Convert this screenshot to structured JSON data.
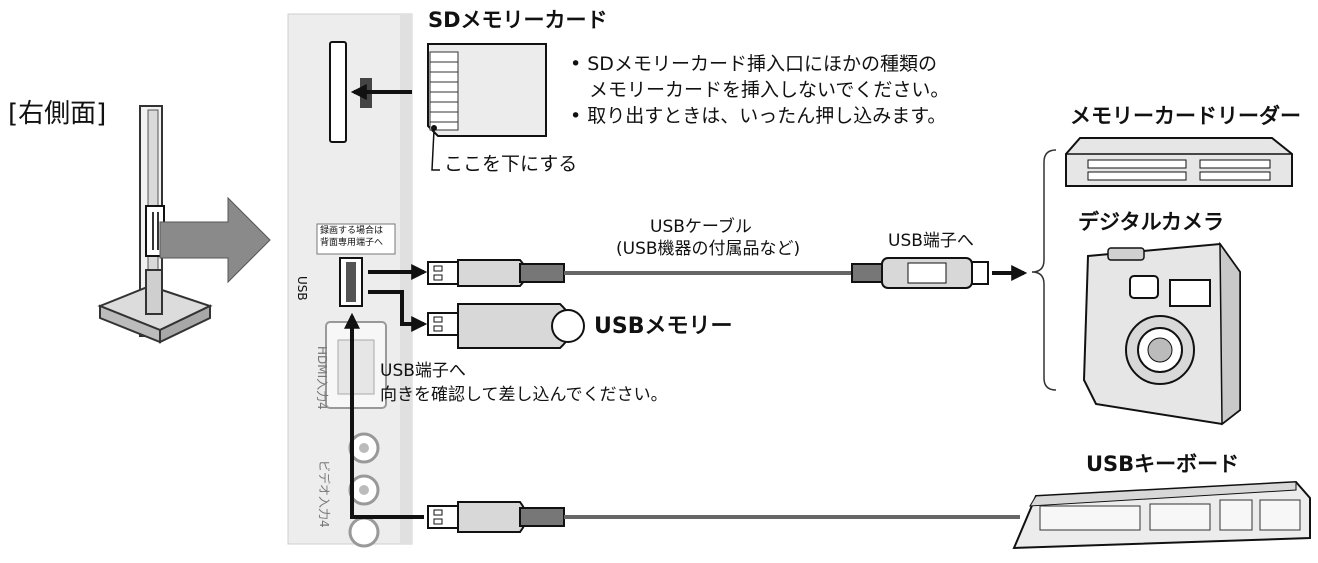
{
  "side_label": "[右側面]",
  "sd": {
    "title": "SDメモリーカード",
    "notes": [
      "• SDメモリーカード挿入口にほかの種類の",
      "　メモリーカードを挿入しないでください。",
      "• 取り出すときは、いったん押し込みます。"
    ],
    "down_hint": "ここを下にする"
  },
  "panel": {
    "record_note_1": "録画する場合は",
    "record_note_2": "背面専用端子へ",
    "usb_port": "USB",
    "hdmi_label": "HDMI入力4",
    "video_label": "ビデオ入力4"
  },
  "usb_cable": {
    "title": "USBケーブル",
    "subtitle": "(USB機器の付属品など)",
    "to_port": "USB端子へ"
  },
  "usb_memory": "USBメモリー",
  "insert_note_1": "USB端子へ",
  "insert_note_2": "向きを確認して差し込んでください。",
  "devices": {
    "card_reader": "メモリーカードリーダー",
    "camera": "デジタルカメラ",
    "keyboard": "USBキーボード"
  }
}
